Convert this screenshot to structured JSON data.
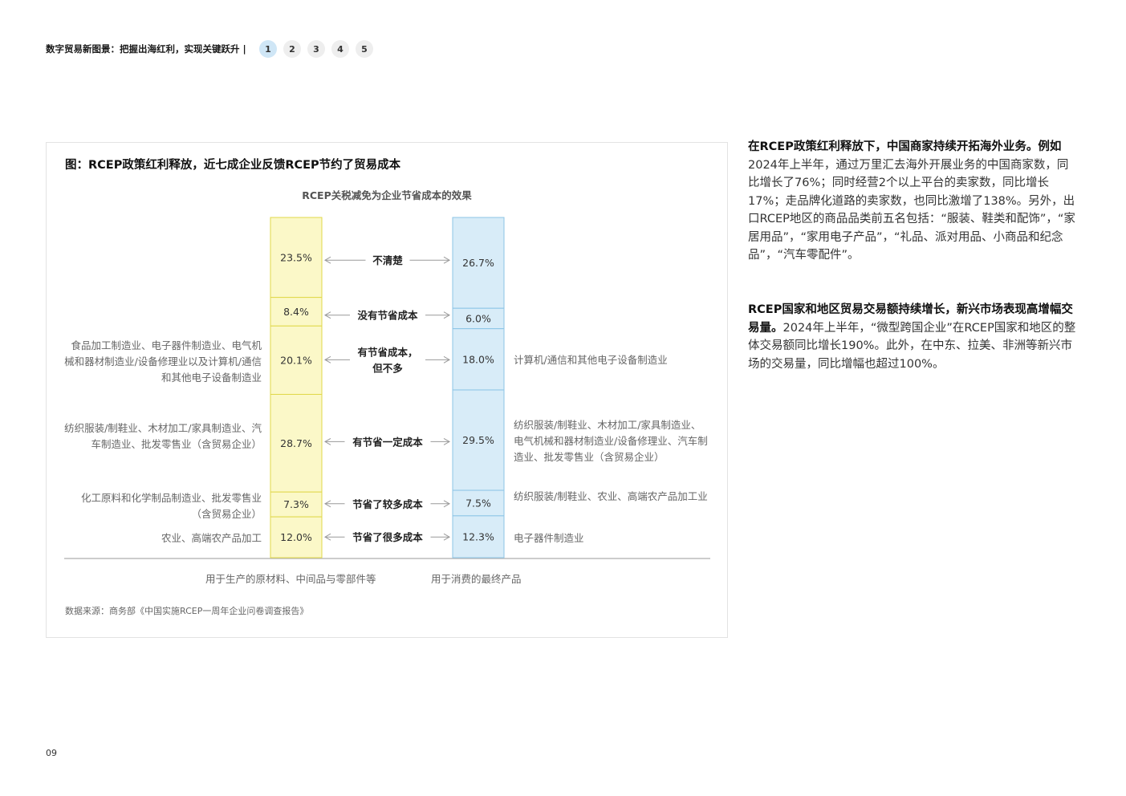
{
  "header": {
    "title": "数字贸易新图景：把握出海红利，实现关键跃升 |",
    "pages": [
      "1",
      "2",
      "3",
      "4",
      "5"
    ],
    "active_page": "1"
  },
  "figure": {
    "title": "图：RCEP政策红利释放，近七成企业反馈RCEP节约了贸易成本",
    "source": "数据来源：商务部《中国实施RCEP一周年企业问卷调查报告》"
  },
  "chart_data": {
    "type": "bar",
    "title": "RCEP关税减免为企业节省成本的效果",
    "stacked": true,
    "unit": "%",
    "categories": [
      "不清楚",
      "没有节省成本",
      "有节省成本，但不多",
      "有节省一定成本",
      "节省了较多成本",
      "节省了很多成本"
    ],
    "category_lines": [
      [
        "不清楚"
      ],
      [
        "没有节省成本"
      ],
      [
        "有节省成本，",
        "但不多"
      ],
      [
        "有节省一定成本"
      ],
      [
        "节省了较多成本"
      ],
      [
        "节省了很多成本"
      ]
    ],
    "series": [
      {
        "name": "用于生产的原材料、中间品与零部件等",
        "values": [
          23.5,
          8.4,
          20.1,
          28.7,
          7.3,
          12.0
        ],
        "labels": [
          "23.5%",
          "8.4%",
          "20.1%",
          "28.7%",
          "7.3%",
          "12.0%"
        ],
        "fill": "#fbf8c8",
        "stroke": "#e0d84a"
      },
      {
        "name": "用于消费的最终产品",
        "values": [
          26.7,
          6.0,
          18.0,
          29.5,
          7.5,
          12.3
        ],
        "labels": [
          "26.7%",
          "6.0%",
          "18.0%",
          "29.5%",
          "7.5%",
          "12.3%"
        ],
        "fill": "#d8ecf8",
        "stroke": "#8cc4e6"
      }
    ],
    "left_notes": [
      "",
      "",
      "食品加工制造业、电子器件制造业、电气机械和器材制造业/设备修理业以及计算机/通信和其他电子设备制造业",
      "纺织服装/制鞋业、木材加工/家具制造业、汽车制造业、批发零售业（含贸易企业）",
      "化工原料和化学制品制造业、批发零售业（含贸易企业）",
      "农业、高端农产品加工"
    ],
    "right_notes": [
      "",
      "",
      "计算机/通信和其他电子设备制造业",
      "纺织服装/制鞋业、木材加工/家具制造业、电气机械和器材制造业/设备修理业、汽车制造业、批发零售业（含贸易企业）",
      "纺织服装/制鞋业、农业、高端农产品加工业",
      "电子器件制造业"
    ]
  },
  "paragraphs": {
    "p1_bold": "在RCEP政策红利释放下，中国商家持续开拓海外业务。例如",
    "p1_text": "2024年上半年，通过万里汇去海外开展业务的中国商家数，同比增长了76%；同时经营2个以上平台的卖家数，同比增长17%；走品牌化道路的卖家数，也同比激增了138%。另外，出口RCEP地区的商品品类前五名包括：“服装、鞋类和配饰”，“家居用品”，“家用电子产品”，“礼品、派对用品、小商品和纪念品”，“汽车零配件”。",
    "p2_bold": "RCEP国家和地区贸易交易额持续增长，新兴市场表现高增幅交易量。",
    "p2_text": "2024年上半年，“微型跨国企业”在RCEP国家和地区的整体交易额同比增长190%。此外，在中东、拉美、非洲等新兴市场的交易量，同比增幅也超过100%。"
  },
  "page_number": "09"
}
